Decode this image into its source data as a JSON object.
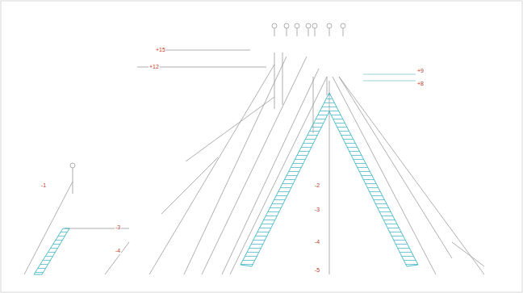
{
  "diagram": {
    "labels": [
      "+15",
      "+12",
      "+9",
      "+8",
      "-1",
      "-2",
      "-3",
      "-4",
      "-5",
      "-3",
      "-4"
    ]
  }
}
